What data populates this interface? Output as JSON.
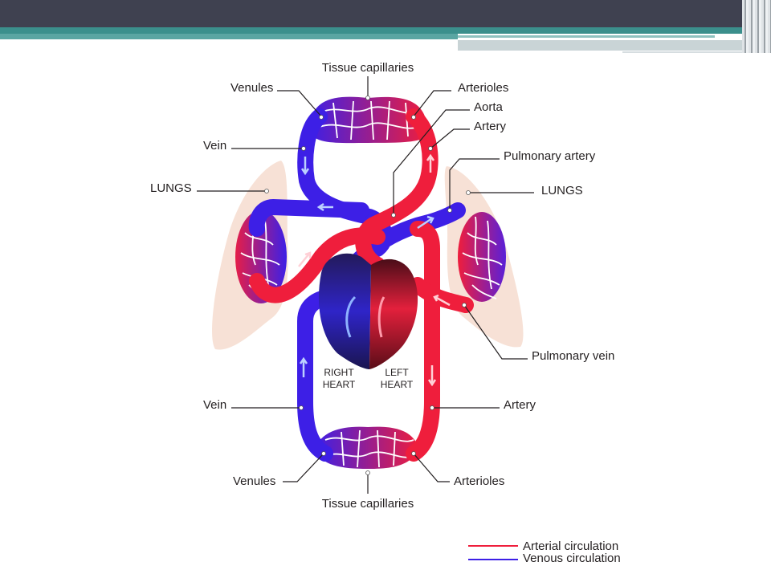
{
  "labels": {
    "tissue_capillaries_top": "Tissue capillaries",
    "venules_top": "Venules",
    "arterioles_top": "Arterioles",
    "aorta": "Aorta",
    "artery_top": "Artery",
    "vein_top": "Vein",
    "pulmonary_artery": "Pulmonary artery",
    "lungs_left": "LUNGS",
    "lungs_right": "LUNGS",
    "pulmonary_vein": "Pulmonary vein",
    "right_heart_1": "RIGHT",
    "right_heart_2": "HEART",
    "left_heart_1": "LEFT",
    "left_heart_2": "HEART",
    "vein_bottom": "Vein",
    "artery_bottom": "Artery",
    "venules_bottom": "Venules",
    "arterioles_bottom": "Arterioles",
    "tissue_capillaries_bottom": "Tissue capillaries"
  },
  "legend": [
    {
      "label": "Arterial circulation",
      "color": "#ef1e3c"
    },
    {
      "label": "Venous circulation",
      "color": "#3d1fe6"
    }
  ],
  "colors": {
    "arterial": "#ef1e3c",
    "venous": "#3d1fe6",
    "lung": "#f6d9cf",
    "header_dark": "#3f4150",
    "header_teal": "#3b8f8c"
  }
}
